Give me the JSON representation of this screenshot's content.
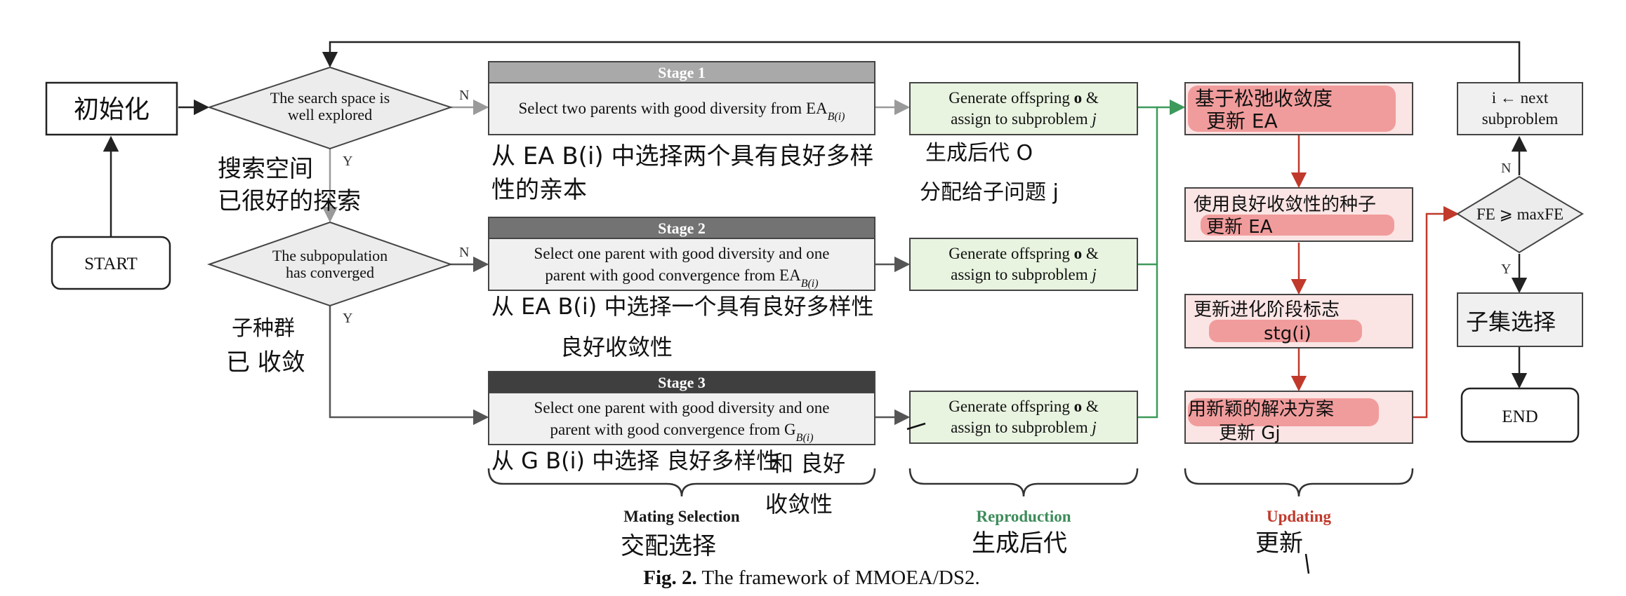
{
  "nodes": {
    "init": "初始化",
    "start": "START",
    "end": "END",
    "decision1": [
      "The search space is",
      "well explored"
    ],
    "decision2": [
      "The subpopulation",
      "has converged"
    ],
    "fe_check": "FE ⩾ maxFE",
    "next_sub": [
      "i ← next",
      "subproblem"
    ],
    "subset_select": "子集选择"
  },
  "branch_labels": {
    "yes": "Y",
    "no": "N"
  },
  "stages": [
    {
      "header": "Stage 1",
      "text": [
        "Select two parents with good diversity from EA",
        "B(i)"
      ],
      "note": [
        "从 EA B(i) 中选择两个具有良好多样",
        "性的亲本"
      ]
    },
    {
      "header": "Stage 2",
      "text": [
        "Select one parent with good diversity and one",
        "parent with good convergence from EA",
        "B(i)"
      ],
      "note": [
        "从 EA B(i) 中选择一个具有良好多样性",
        "良好收敛性"
      ]
    },
    {
      "header": "Stage 3",
      "text": [
        "Select one parent with good diversity and one",
        "parent with good convergence from G",
        "B(i)"
      ],
      "note": [
        "从 G B(i) 中选择 良好多样性",
        "和 良好",
        "收敛性"
      ]
    }
  ],
  "reproduction": {
    "box_line1_prefix": "Generate offspring ",
    "box_line1_bold": "o",
    "box_line1_suffix": " &",
    "box_line2_prefix": "assign to subproblem ",
    "box_line2_italic": "j",
    "note": [
      "生成后代 O",
      "分配给子问题 j"
    ]
  },
  "updating": [
    [
      "基于松弛收敛度",
      "更新 EA"
    ],
    [
      "使用良好收敛性的种子",
      "更新 EA"
    ],
    [
      "更新进化阶段标志",
      "stg(i)"
    ],
    [
      "用新颖的解决方案",
      "更新 Gj"
    ]
  ],
  "notes": {
    "decision1": [
      "搜索空间",
      "已很好的探索"
    ],
    "decision2": [
      "子种群",
      "已 收敛"
    ]
  },
  "phases": {
    "mating": {
      "label": "Mating Selection",
      "note": "交配选择",
      "color": "#1a1a1a"
    },
    "reproduction": {
      "label": "Reproduction",
      "note": "生成后代",
      "color": "#3d8b5a"
    },
    "updating": {
      "label": "Updating",
      "note": "更新",
      "color": "#c0392b"
    }
  },
  "caption": {
    "prefix": "Fig. 2.",
    "text": " The framework of MMOEA/DS2."
  }
}
